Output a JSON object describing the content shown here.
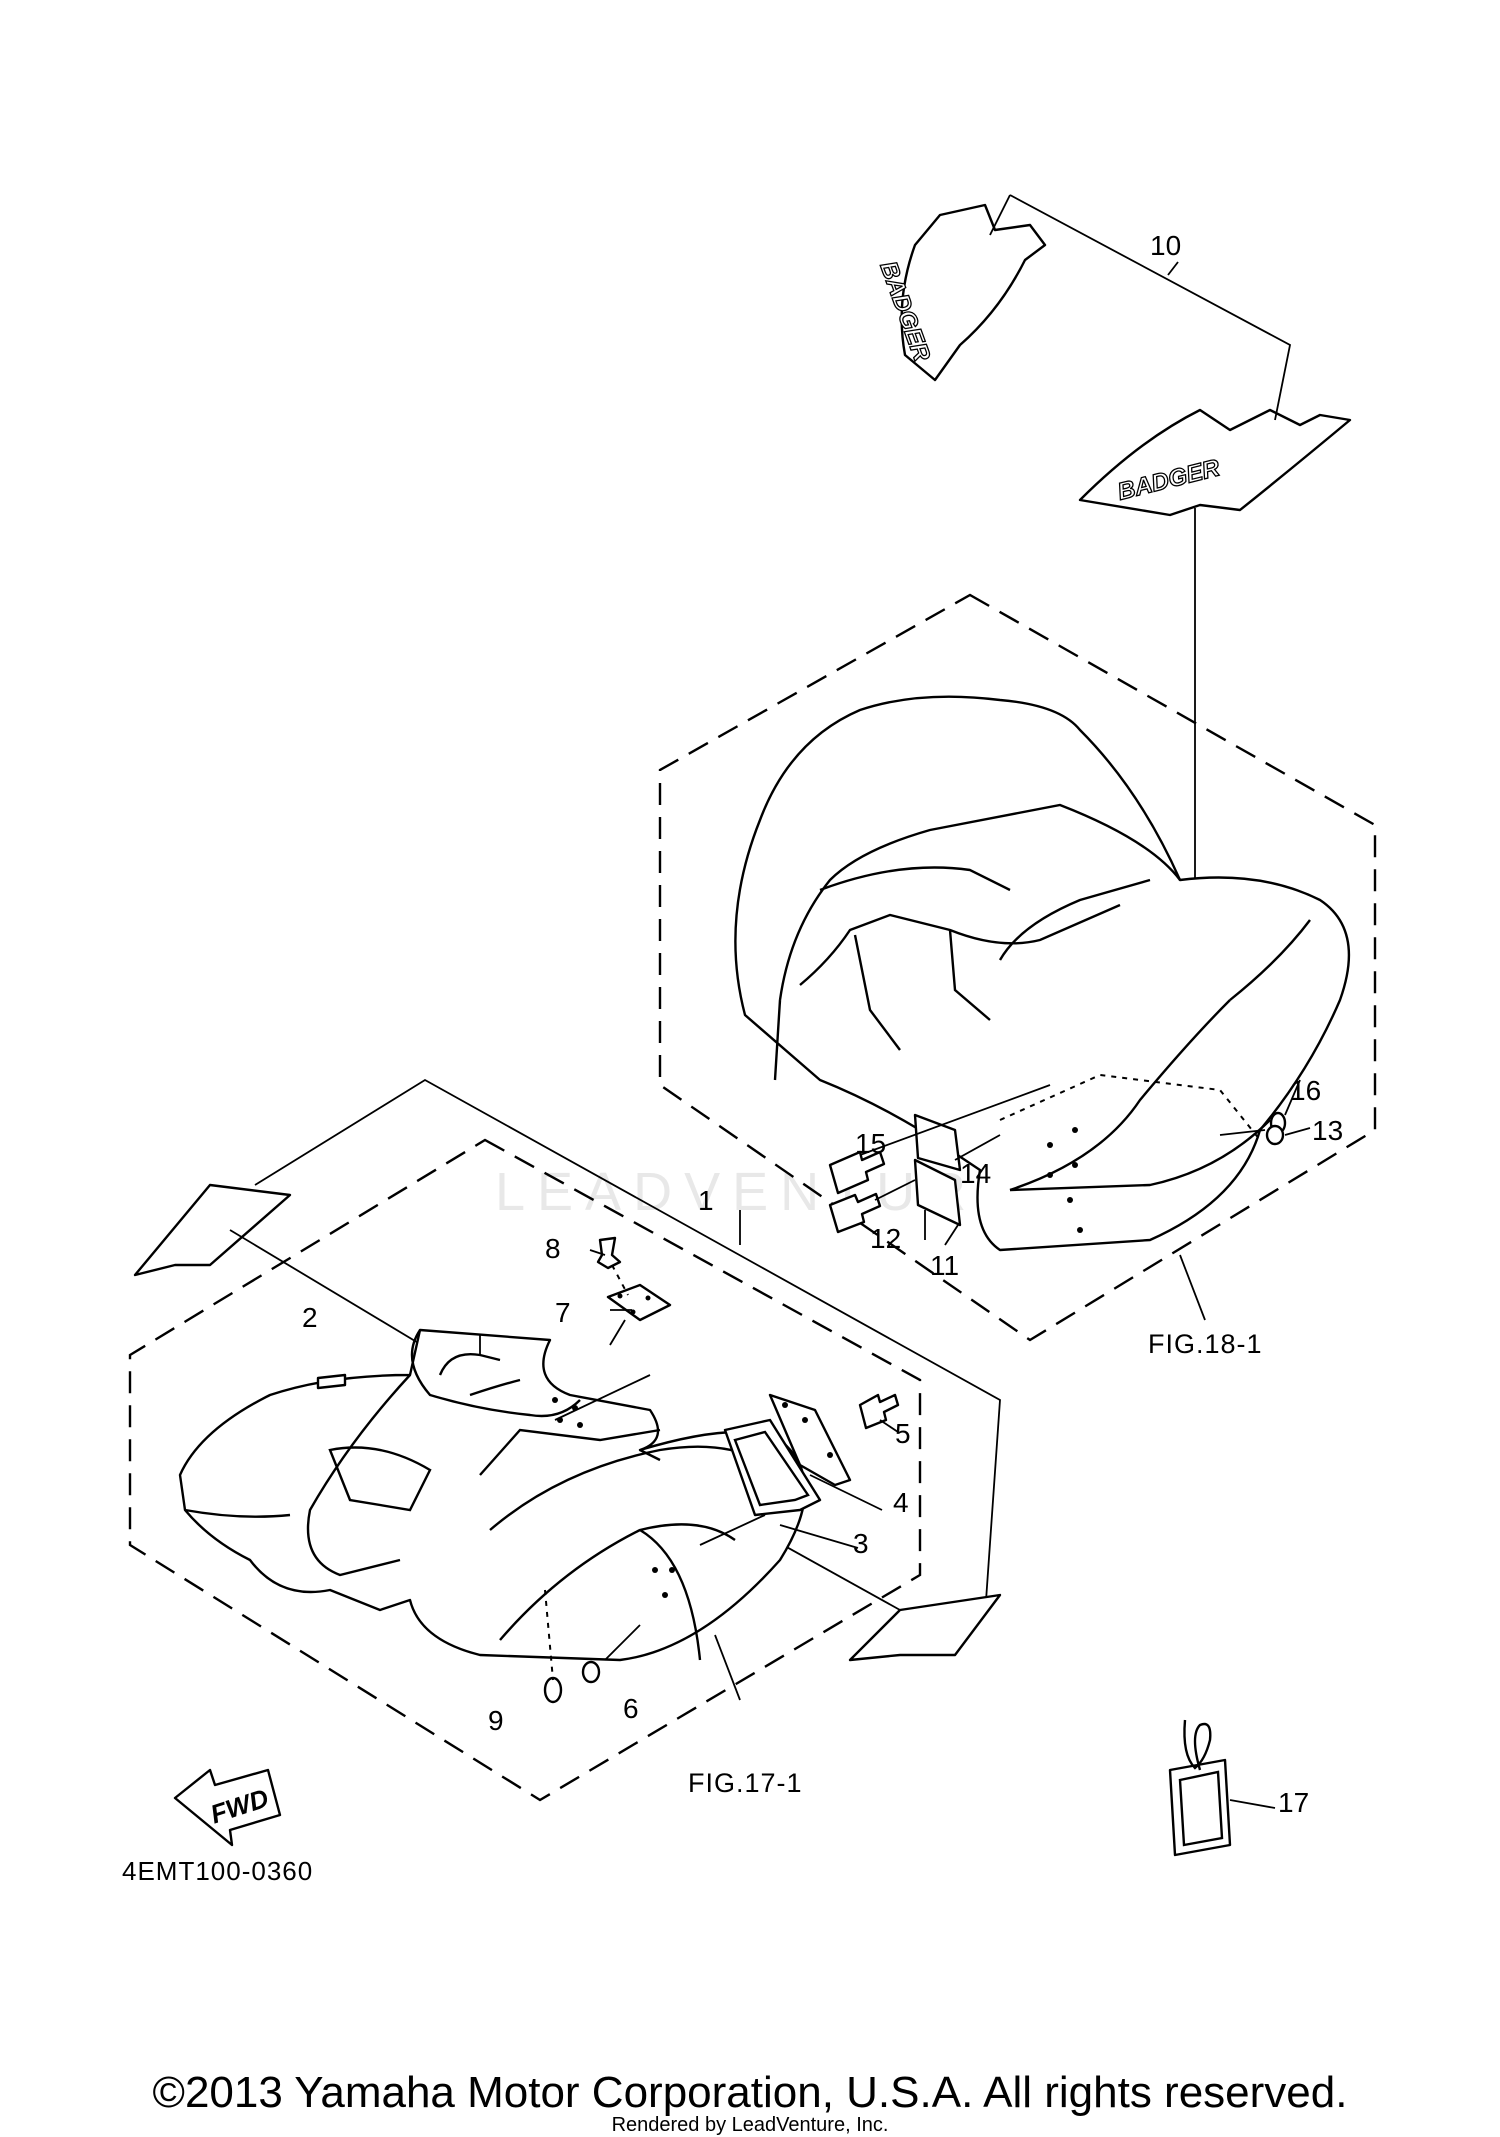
{
  "diagram": {
    "callouts": [
      {
        "id": "1",
        "label": "1"
      },
      {
        "id": "2",
        "label": "2"
      },
      {
        "id": "3",
        "label": "3"
      },
      {
        "id": "4",
        "label": "4"
      },
      {
        "id": "5",
        "label": "5"
      },
      {
        "id": "6",
        "label": "6"
      },
      {
        "id": "7",
        "label": "7"
      },
      {
        "id": "8",
        "label": "8"
      },
      {
        "id": "9",
        "label": "9"
      },
      {
        "id": "10",
        "label": "10"
      },
      {
        "id": "11",
        "label": "11"
      },
      {
        "id": "12",
        "label": "12"
      },
      {
        "id": "13",
        "label": "13"
      },
      {
        "id": "14",
        "label": "14"
      },
      {
        "id": "15",
        "label": "15"
      },
      {
        "id": "16",
        "label": "16"
      },
      {
        "id": "17",
        "label": "17"
      }
    ],
    "figure_refs": {
      "rear": "FIG.18-1",
      "front": "FIG.17-1"
    },
    "decal_logo": "BADGER",
    "fwd_label": "FWD",
    "diagram_code": "4EMT100-0360",
    "watermark": "LEADVENTURE"
  },
  "footer": {
    "copyright": "©2013 Yamaha Motor Corporation, U.S.A. All rights reserved.",
    "rendered_by": "Rendered by LeadVenture, Inc."
  }
}
